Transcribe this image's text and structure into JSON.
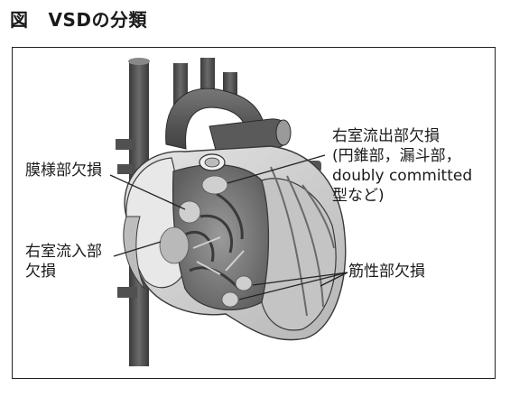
{
  "figure": {
    "number": "図",
    "title": "VSDの分類"
  },
  "labels": {
    "outflow_line1": "右室流出部欠損",
    "outflow_line2": "(円錐部，漏斗部，",
    "outflow_line3": "doubly committed",
    "outflow_line4": "型など)",
    "membranous": "膜様部欠損",
    "inflow_line1": "右室流入部",
    "inflow_line2": "欠損",
    "muscular": "筋性部欠損"
  },
  "colors": {
    "vessel_dark": "#4a4a4a",
    "heart_light": "#d9d9d9",
    "heart_mid": "#a8a8a8",
    "interior_dark": "#6e6e6e",
    "defect_fill": "#c8c8c8"
  }
}
